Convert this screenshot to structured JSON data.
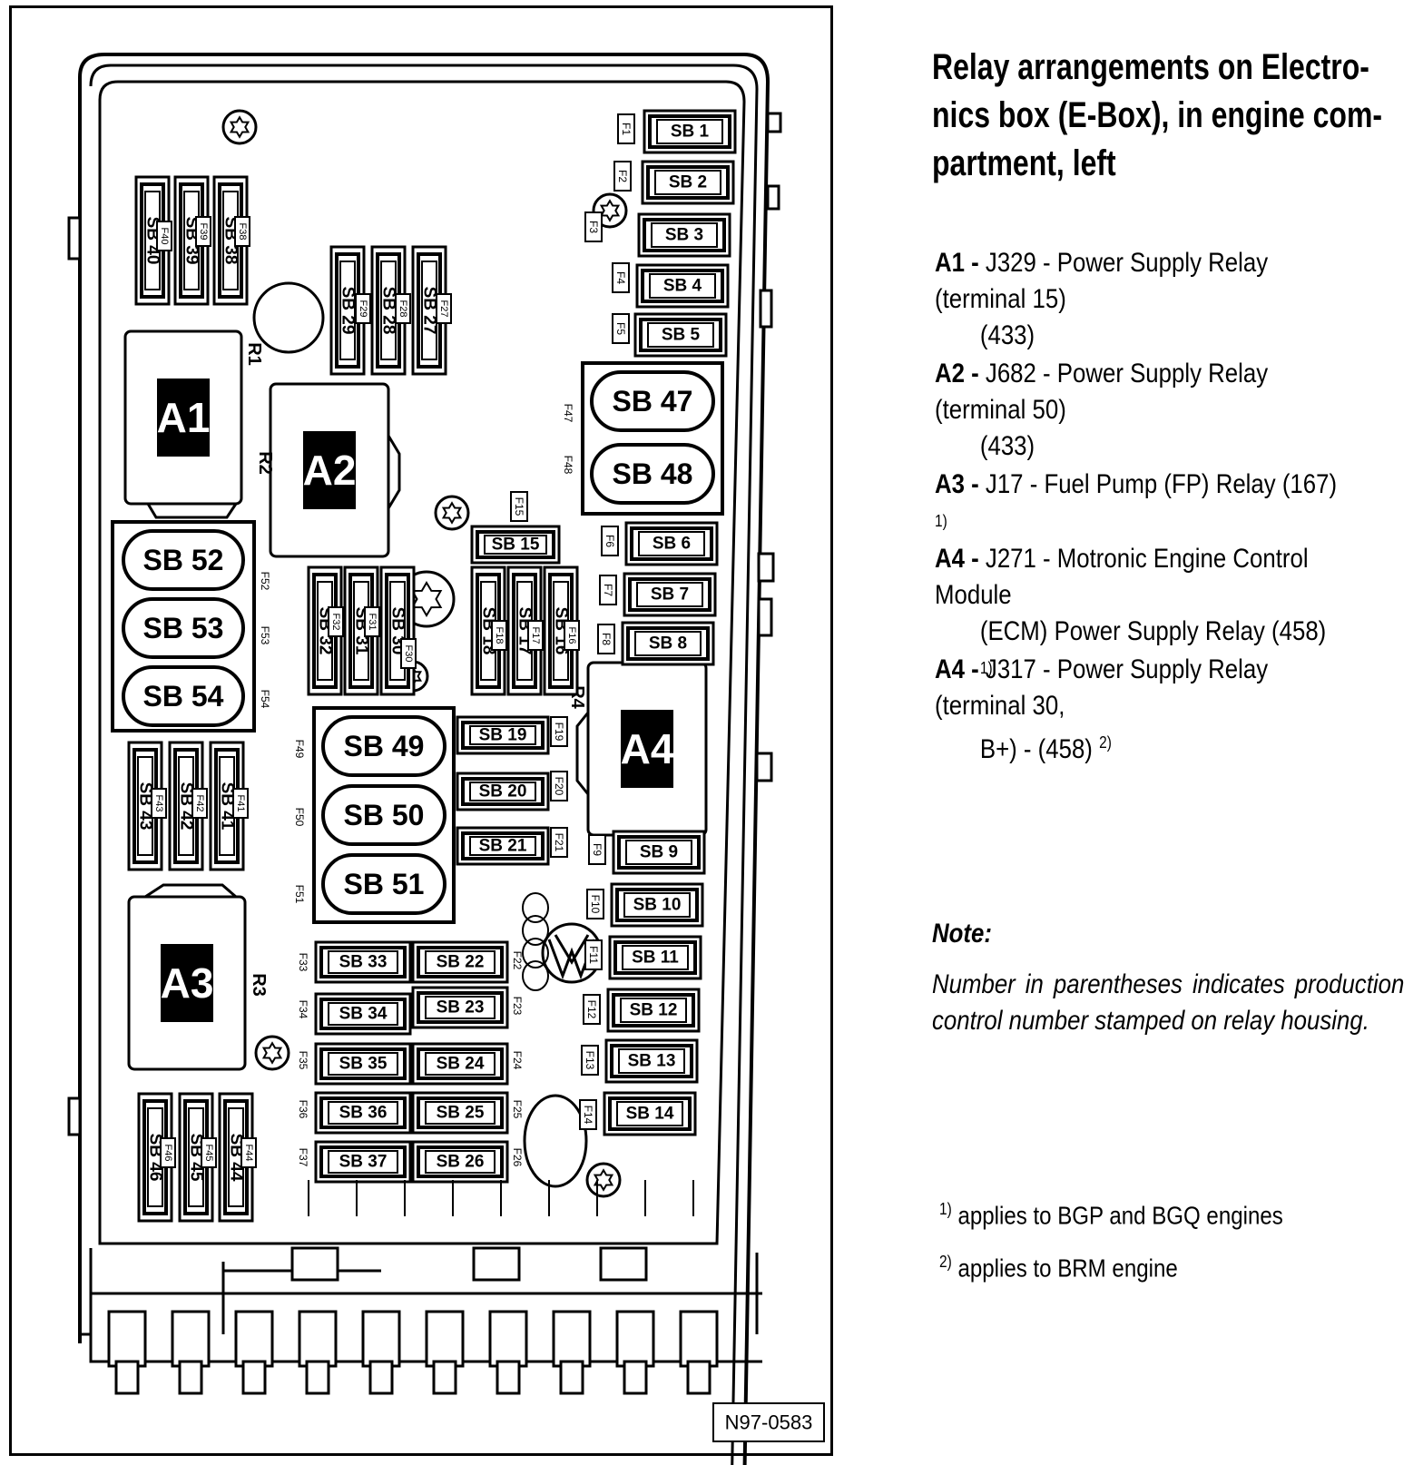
{
  "title": "Relay arrangements on Electronics box (E-Box), in engine compartment, left",
  "title_lines": [
    "Relay arrangements on Electro-",
    "nics box (E-Box), in engine com-",
    "partment, left"
  ],
  "legend": [
    {
      "code": "A1 -",
      "line1": "J329 - Power Supply Relay (terminal 15)",
      "line2": "(433)",
      "sup": ""
    },
    {
      "code": "A2 -",
      "line1": "J682 - Power Supply Relay (terminal 50)",
      "line2": "(433)",
      "sup": ""
    },
    {
      "code": "A3 -",
      "line1": "J17 - Fuel Pump (FP) Relay  (167) ",
      "line2": "",
      "sup": "1)"
    },
    {
      "code": "A4 -",
      "line1": "J271 - Motronic Engine Control Module",
      "line2": "(ECM) Power Supply Relay  (458) ",
      "sup": "1)"
    },
    {
      "code": "A4 -",
      "line1": "J317 - Power Supply Relay (terminal 30,",
      "line2": "B+) - (458) ",
      "sup": "2)"
    }
  ],
  "note": {
    "heading": "Note:",
    "text": "Number in parentheses indicates production control number stamped on relay housing."
  },
  "footnotes": [
    {
      "mark": "1)",
      "text": "applies to BGP and BGQ engines"
    },
    {
      "mark": "2)",
      "text": "applies to BRM engine"
    }
  ],
  "figure_id": "N97-0583",
  "relays": [
    "A1",
    "A2",
    "A3",
    "A4"
  ],
  "relay_refs": [
    "R1",
    "R2",
    "R3",
    "R4"
  ],
  "fuses_right_column": [
    {
      "label": "SB 1",
      "ref": "F1"
    },
    {
      "label": "SB 2",
      "ref": "F2"
    },
    {
      "label": "SB 3",
      "ref": "F3"
    },
    {
      "label": "SB 4",
      "ref": "F4"
    },
    {
      "label": "SB 5",
      "ref": "F5"
    },
    {
      "label": "SB 6",
      "ref": "F6"
    },
    {
      "label": "SB 7",
      "ref": "F7"
    },
    {
      "label": "SB 8",
      "ref": "F8"
    },
    {
      "label": "SB 9",
      "ref": "F9"
    },
    {
      "label": "SB 10",
      "ref": "F10"
    },
    {
      "label": "SB 11",
      "ref": "F11"
    },
    {
      "label": "SB 12",
      "ref": "F12"
    },
    {
      "label": "SB 13",
      "ref": "F13"
    },
    {
      "label": "SB 14",
      "ref": "F14"
    }
  ],
  "fuses_large": [
    {
      "label": "SB 47",
      "ref": "F47"
    },
    {
      "label": "SB 48",
      "ref": "F48"
    },
    {
      "label": "SB 49",
      "ref": "F49"
    },
    {
      "label": "SB 50",
      "ref": "F50"
    },
    {
      "label": "SB 51",
      "ref": "F51"
    },
    {
      "label": "SB 52",
      "ref": "F52"
    },
    {
      "label": "SB 53",
      "ref": "F53"
    },
    {
      "label": "SB 54",
      "ref": "F54"
    }
  ],
  "fuses_vertical": [
    {
      "label": "SB 40",
      "ref": "F40"
    },
    {
      "label": "SB 39",
      "ref": "F39"
    },
    {
      "label": "SB 38",
      "ref": "F38"
    },
    {
      "label": "SB 29",
      "ref": "F29"
    },
    {
      "label": "SB 28",
      "ref": "F28"
    },
    {
      "label": "SB 27",
      "ref": "F27"
    },
    {
      "label": "SB 32",
      "ref": "F32"
    },
    {
      "label": "SB 31",
      "ref": "F31"
    },
    {
      "label": "SB 30",
      "ref": "F30"
    },
    {
      "label": "SB 18",
      "ref": "F18"
    },
    {
      "label": "SB 17",
      "ref": "F17"
    },
    {
      "label": "SB 16",
      "ref": "F16"
    },
    {
      "label": "SB 43",
      "ref": "F43"
    },
    {
      "label": "SB 42",
      "ref": "F42"
    },
    {
      "label": "SB 41",
      "ref": "F41"
    },
    {
      "label": "SB 46",
      "ref": "F46"
    },
    {
      "label": "SB 45",
      "ref": "F45"
    },
    {
      "label": "SB 44",
      "ref": "F44"
    }
  ],
  "fuses_horizontal_middle": [
    {
      "label": "SB 15",
      "ref": "F15"
    },
    {
      "label": "SB 19",
      "ref": "F19"
    },
    {
      "label": "SB 20",
      "ref": "F20"
    },
    {
      "label": "SB 21",
      "ref": "F21"
    },
    {
      "label": "SB 33",
      "ref": "F33"
    },
    {
      "label": "SB 22",
      "ref": "F22"
    },
    {
      "label": "SB 34",
      "ref": "F34"
    },
    {
      "label": "SB 23",
      "ref": "F23"
    },
    {
      "label": "SB 35",
      "ref": "F35"
    },
    {
      "label": "SB 24",
      "ref": "F24"
    },
    {
      "label": "SB 36",
      "ref": "F36"
    },
    {
      "label": "SB 25",
      "ref": "F25"
    },
    {
      "label": "SB 37",
      "ref": "F37"
    },
    {
      "label": "SB 26",
      "ref": "F26"
    }
  ]
}
